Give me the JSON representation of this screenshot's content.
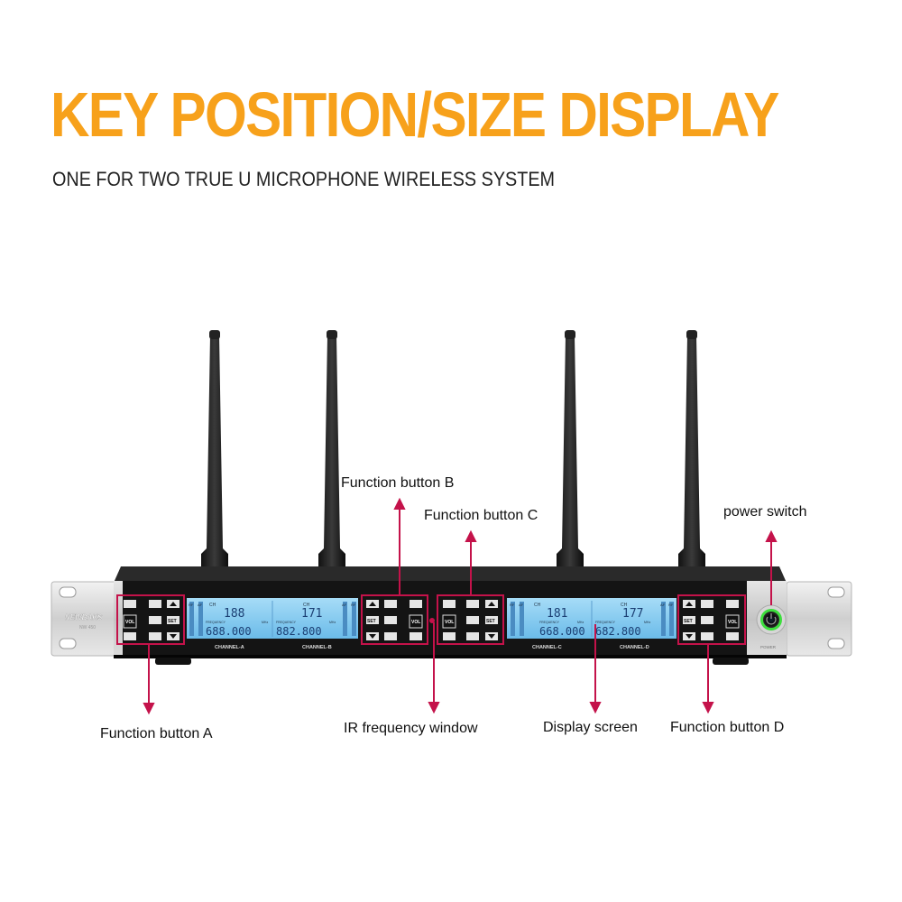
{
  "header": {
    "title": "KEY POSITION/SIZE DISPLAY",
    "subtitle": "ONE FOR TWO TRUE U MICROPHONE WIRELESS SYSTEM"
  },
  "callouts": {
    "function_a": "Function button A",
    "function_b": "Function button B",
    "function_c": "Function button C",
    "function_d": "Function button D",
    "power_switch": "power switch",
    "ir_window": "IR frequency window",
    "display_screen": "Display screen"
  },
  "device": {
    "brand": "NEWBAKS",
    "model": "NW 450",
    "power_label": "POWER",
    "button_vol": "VOL",
    "button_set": "SET",
    "channels": [
      {
        "name": "CHANNEL-A",
        "ch": "188",
        "freq": "688.000"
      },
      {
        "name": "CHANNEL-B",
        "ch": "171",
        "freq": "882.800"
      },
      {
        "name": "CHANNEL-C",
        "ch": "181",
        "freq": "668.000"
      },
      {
        "name": "CHANNEL-D",
        "ch": "177",
        "freq": "682.800"
      }
    ],
    "lcd_labels": {
      "ch": "CH",
      "rf": "RF",
      "af": "AF",
      "frequency": "FREQUENCY",
      "mhz": "MHz"
    }
  },
  "colors": {
    "accent": "#f7a11b",
    "callout": "#c4124a",
    "lcd": "#8fd0f4",
    "body": "#1a1a1a"
  }
}
